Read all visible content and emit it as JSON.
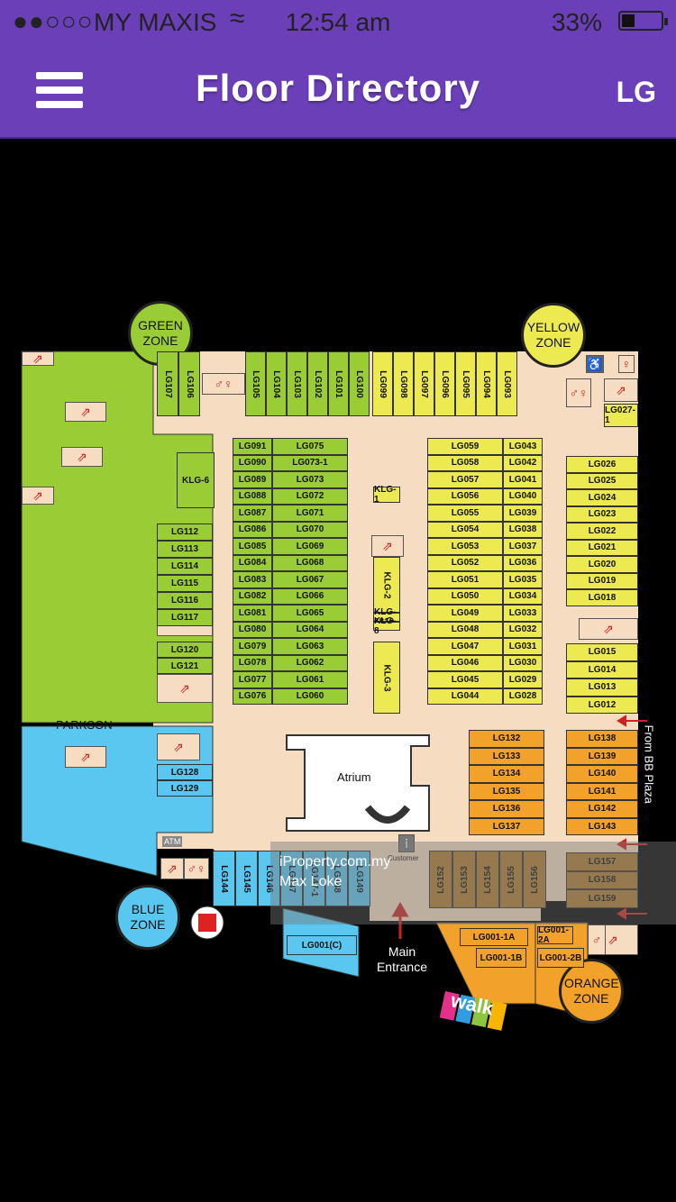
{
  "status_bar": {
    "signal": "●●○○○",
    "carrier": "MY MAXIS",
    "time": "12:54 am",
    "battery_text": "33%",
    "battery_level": 0.33
  },
  "header": {
    "title": "Floor Directory",
    "floor": "LG"
  },
  "map": {
    "colors": {
      "green_zone": "#9acc35",
      "yellow_zone": "#ece951",
      "orange_zone": "#f2a22a",
      "brown_units": "#b07a2e",
      "blue_zone": "#5ac7f0",
      "corridor": "#f6dcc0"
    },
    "zones": {
      "green": "GREEN ZONE",
      "yellow": "YELLOW ZONE",
      "blue": "BLUE ZONE",
      "orange": "ORANGE ZONE"
    },
    "labels": {
      "parkson": "PARKSON",
      "atrium": "Atrium",
      "atm": "ATM",
      "customer": "Customer",
      "main_entrance": "Main Entrance",
      "from_bb_plaza": "From BB Plaza",
      "walk_logo": "walk"
    },
    "watermark": {
      "line1": "iProperty.com.my",
      "line2": "Max Loke"
    },
    "units": {
      "top_green": [
        "LG107",
        "LG106",
        "LG105",
        "LG104",
        "LG103",
        "LG102",
        "LG101",
        "LG100"
      ],
      "top_yellow": [
        "LG099",
        "LG098",
        "LG097",
        "LG096",
        "LG095",
        "LG094",
        "LG093"
      ],
      "lg027": "LG027-1",
      "left_col": [
        "KLG-6",
        "LG112",
        "LG113",
        "LG114",
        "LG115",
        "LG116",
        "LG117"
      ],
      "left_col2": [
        "LG120",
        "LG121"
      ],
      "left_blue": [
        "LG128",
        "LG129"
      ],
      "green_block_a": [
        "LG091",
        "LG090",
        "LG089",
        "LG088",
        "LG087",
        "LG086",
        "LG085",
        "LG084",
        "LG083",
        "LG082",
        "LG081",
        "LG080",
        "LG079",
        "LG078",
        "LG077",
        "LG076"
      ],
      "green_block_b": [
        "LG075",
        "LG073-1",
        "LG073",
        "LG072",
        "LG071",
        "LG070",
        "LG069",
        "LG068",
        "LG067",
        "LG066",
        "LG065",
        "LG064",
        "LG063",
        "LG062",
        "LG061",
        "LG060"
      ],
      "klg": [
        "KLG-1",
        "KLG-2",
        "KLG-6810",
        "KLG-8",
        "KLG-3"
      ],
      "yellow_block_a": [
        "LG059",
        "LG058",
        "LG057",
        "LG056",
        "LG055",
        "LG054",
        "LG053",
        "LG052",
        "LG051",
        "LG050",
        "LG049",
        "LG048",
        "LG047",
        "LG046",
        "LG045",
        "LG044"
      ],
      "yellow_block_b": [
        "LG043",
        "LG042",
        "LG041",
        "LG040",
        "LG039",
        "LG038",
        "LG037",
        "LG036",
        "LG035",
        "LG034",
        "LG033",
        "LG032",
        "LG031",
        "LG030",
        "LG029",
        "LG028"
      ],
      "yellow_right": [
        "LG026",
        "LG025",
        "LG024",
        "LG023",
        "LG022",
        "LG021",
        "LG020",
        "LG019",
        "LG018"
      ],
      "yellow_right2": [
        "LG015",
        "LG014",
        "LG013",
        "LG012"
      ],
      "orange_mid": [
        "LG132",
        "LG133",
        "LG134",
        "LG135",
        "LG136",
        "LG137"
      ],
      "orange_right": [
        "LG138",
        "LG139",
        "LG140",
        "LG141",
        "LG142",
        "LG143"
      ],
      "brown_right": [
        "LG157",
        "LG158",
        "LG159"
      ],
      "brown_bottom": [
        "LG152",
        "LG153",
        "LG154",
        "LG155",
        "LG156"
      ],
      "blue_bottom": [
        "LG144",
        "LG145",
        "LG146",
        "LG147",
        "LG147-1",
        "LG148",
        "LG149"
      ],
      "lg001c": "LG001(C)",
      "orange_bottom": [
        "LG001-1A",
        "LG001-1B",
        "LG001-2A",
        "LG001-2B"
      ]
    }
  }
}
